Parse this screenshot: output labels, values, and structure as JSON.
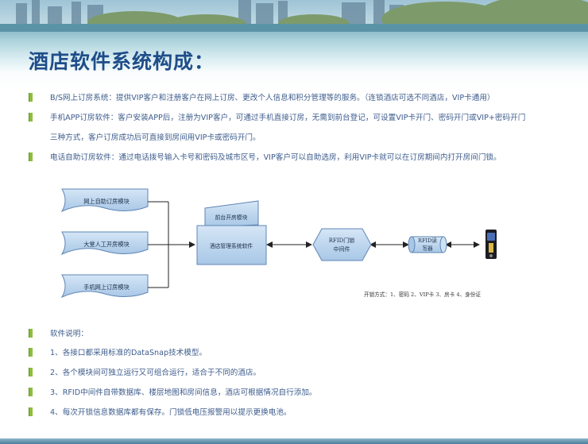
{
  "title": "酒店软件系统构成：",
  "intro_bullets": [
    "B/S网上订房系统：提供VIP客户和注册客户在网上订房、更改个人信息和积分管理等的服务。（连锁酒店可选不同酒店，VIP卡通用）",
    "手机APP订房软件：客户安装APP后，注册为VIP客户，可通过手机直接订房，无需到前台登记，可设置VIP卡开门、密码开门或VIP+密码开门",
    "三种方式，客户订房成功后可直接到房间用VIP卡或密码开门。",
    "电话自助订房软件：通过电话拨号输入卡号和密码及城市区号，VIP客户可以自助选房，利用VIP卡就可以在订房期间内打开房间门锁。"
  ],
  "diagram": {
    "left_modules": [
      "网上自助订房模块",
      "大堂人工开房模块",
      "手机网上订房模块"
    ],
    "front_desk": "前台开房模块",
    "management": "酒店管理系统软件",
    "rfid_middleware": "RFID门锁\n中间件",
    "rfid_writer": "RFID读\n写器",
    "lock_icon": "door-lock-icon",
    "unlock_methods": "开锁方式：1、密码 2、VIP卡 3、房卡 4、身份证"
  },
  "notes_bullets": [
    "软件说明：",
    "1、各接口都采用标准的DataSnap技术模型。",
    "2、各个模块间可独立运行又可组合运行，适合于不同的酒店。",
    "3、RFID中间件自带数据库、楼层地图和房间信息，酒店可根据情况自行添加。",
    "4、每次开锁信息数据库都有保存。门锁低电压报警用以提示更换电池。"
  ],
  "colors": {
    "title": "#1f4d89",
    "text": "#3d5c8c",
    "bullet": "#8dbf3a",
    "box_fill": "#bcd6ee",
    "box_stroke": "#5f86b5"
  }
}
